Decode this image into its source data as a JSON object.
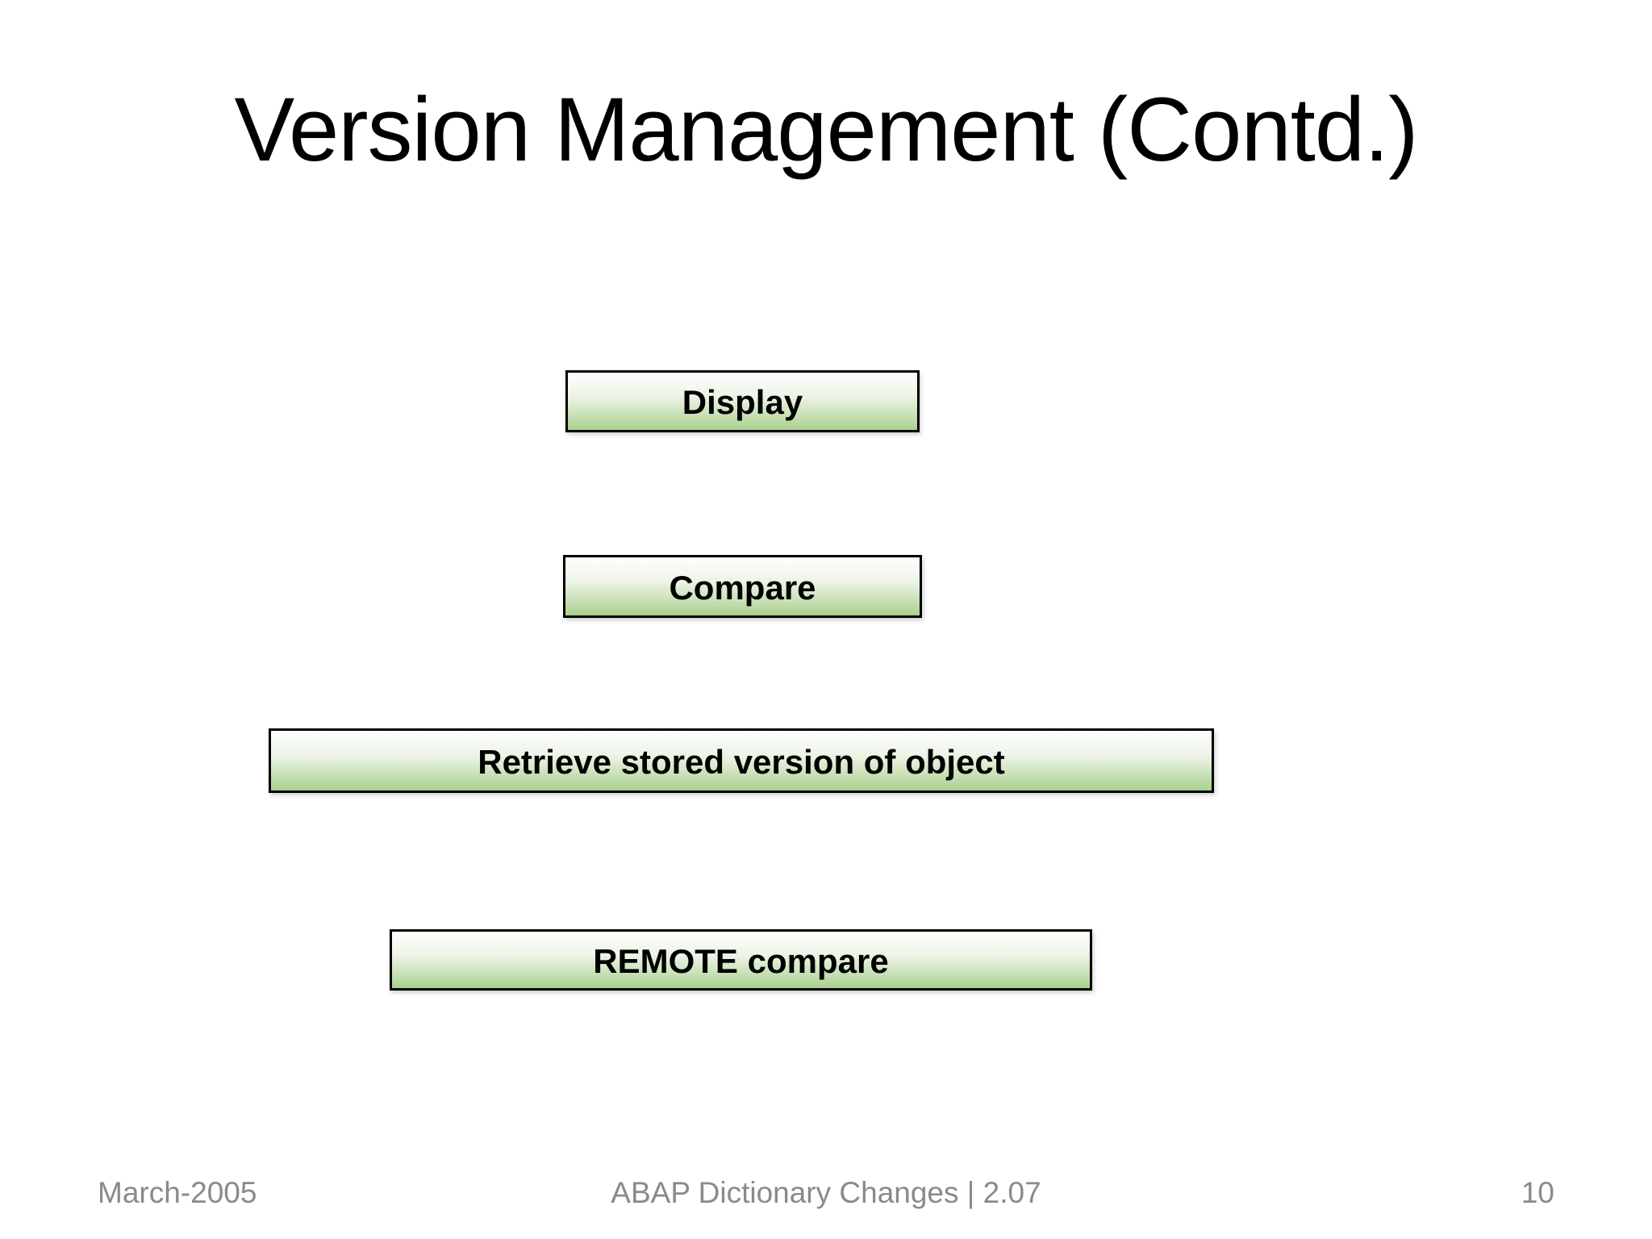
{
  "slide": {
    "title": "Version Management (Contd.)",
    "buttons": [
      {
        "label": "Display"
      },
      {
        "label": "Compare"
      },
      {
        "label": "Retrieve stored version of object"
      },
      {
        "label": "REMOTE compare"
      }
    ],
    "footer": {
      "date": "March-2005",
      "center": "ABAP Dictionary Changes | 2.07",
      "page": "10"
    },
    "colors": {
      "button_gradient_top": "#fefefd",
      "button_gradient_mid": "#edf4e6",
      "button_gradient_bottom": "#aad08f",
      "button_border": "#000000",
      "footer_text": "#8a8a8a"
    }
  }
}
